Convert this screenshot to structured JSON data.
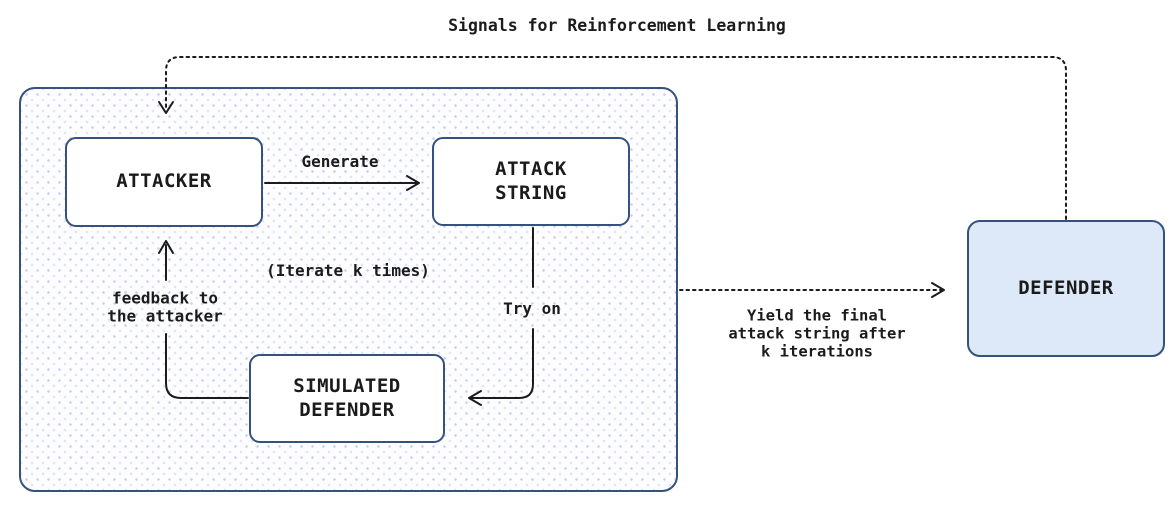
{
  "diagram": {
    "title": "Signals for Reinforcement Learning",
    "nodes": {
      "attacker": {
        "label": "ATTACKER"
      },
      "attack_string": {
        "label": "ATTACK\nSTRING"
      },
      "simulated_defender": {
        "label": "SIMULATED\nDEFENDER"
      },
      "defender": {
        "label": "DEFENDER"
      }
    },
    "edges": {
      "generate": {
        "label": "Generate",
        "from": "attacker",
        "to": "attack_string",
        "style": "solid"
      },
      "try_on": {
        "label": "Try on",
        "from": "attack_string",
        "to": "simulated_defender",
        "style": "solid"
      },
      "feedback": {
        "label": "feedback to\nthe attacker",
        "from": "simulated_defender",
        "to": "attacker",
        "style": "solid"
      },
      "iterate_note": {
        "label": "(Iterate k times)"
      },
      "yield": {
        "label": "Yield the final\nattack string after\nk iterations",
        "from": "attacker_loop",
        "to": "defender",
        "style": "dotted"
      },
      "rl_signal": {
        "label": "Signals for Reinforcement Learning",
        "from": "defender",
        "to": "attacker_loop",
        "style": "dotted"
      }
    },
    "colors": {
      "line": "#1b1b1b",
      "box_border": "#35517e",
      "box_fill": "#ffffff",
      "defender_fill": "#dde9f8",
      "loop_dot_pattern": "#c9d0f0",
      "text": "#1b1b1b"
    }
  }
}
